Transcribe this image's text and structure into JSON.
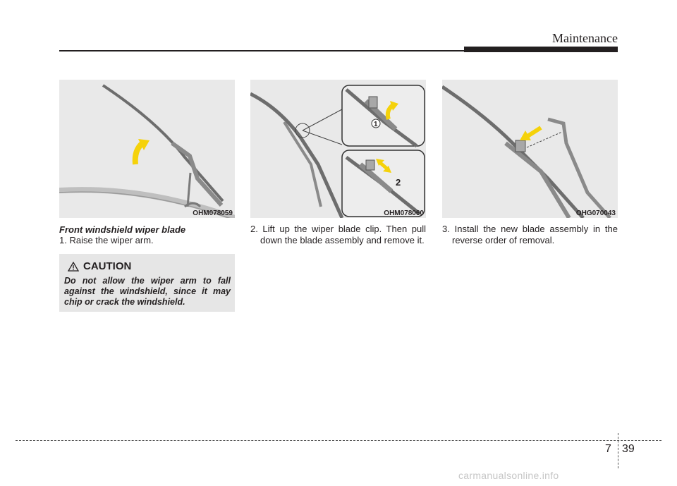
{
  "header": {
    "section_title": "Maintenance"
  },
  "figures": [
    {
      "code": "OHM078059"
    },
    {
      "code": "OHM078060",
      "callouts": [
        "1",
        "2"
      ]
    },
    {
      "code": "OHG070043"
    }
  ],
  "content": {
    "subheading": "Front windshield wiper blade",
    "step1": "1. Raise the wiper arm.",
    "step2": "2. Lift up the wiper blade clip. Then pull down the blade assembly and remove it.",
    "step3": "3. Install the new blade assembly in the reverse order of removal."
  },
  "caution": {
    "title": "CAUTION",
    "text": "Do not allow the wiper arm to fall against the windshield, since it may chip or crack the windshield."
  },
  "footer": {
    "chapter": "7",
    "page": "39",
    "watermark": "carmanualsonline.info"
  },
  "colors": {
    "arrow_yellow": "#f5d20a",
    "text": "#231f20",
    "panel_gray": "#e9e9e9"
  }
}
